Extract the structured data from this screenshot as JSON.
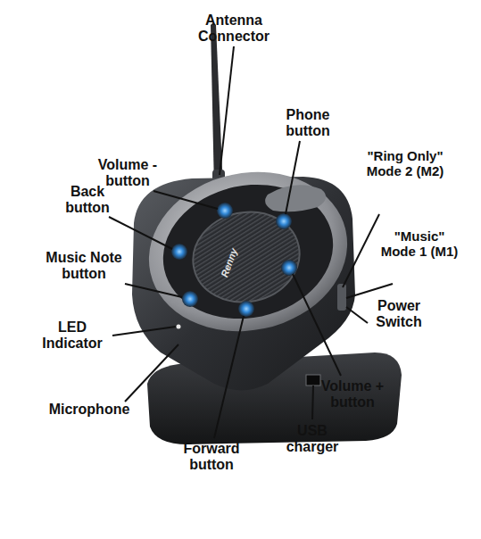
{
  "diagram": {
    "labels": [
      "Antenna Connector",
      "Phone button",
      "Volume - button",
      "Back button",
      "\"Ring Only\" Mode 2 (M2)",
      "\"Music\" Mode 1 (M1)",
      "Music Note button",
      "Power Switch",
      "LED Indicator",
      "Microphone",
      "Volume + button",
      "USB charger",
      "Forward button",
      "Renny"
    ]
  }
}
